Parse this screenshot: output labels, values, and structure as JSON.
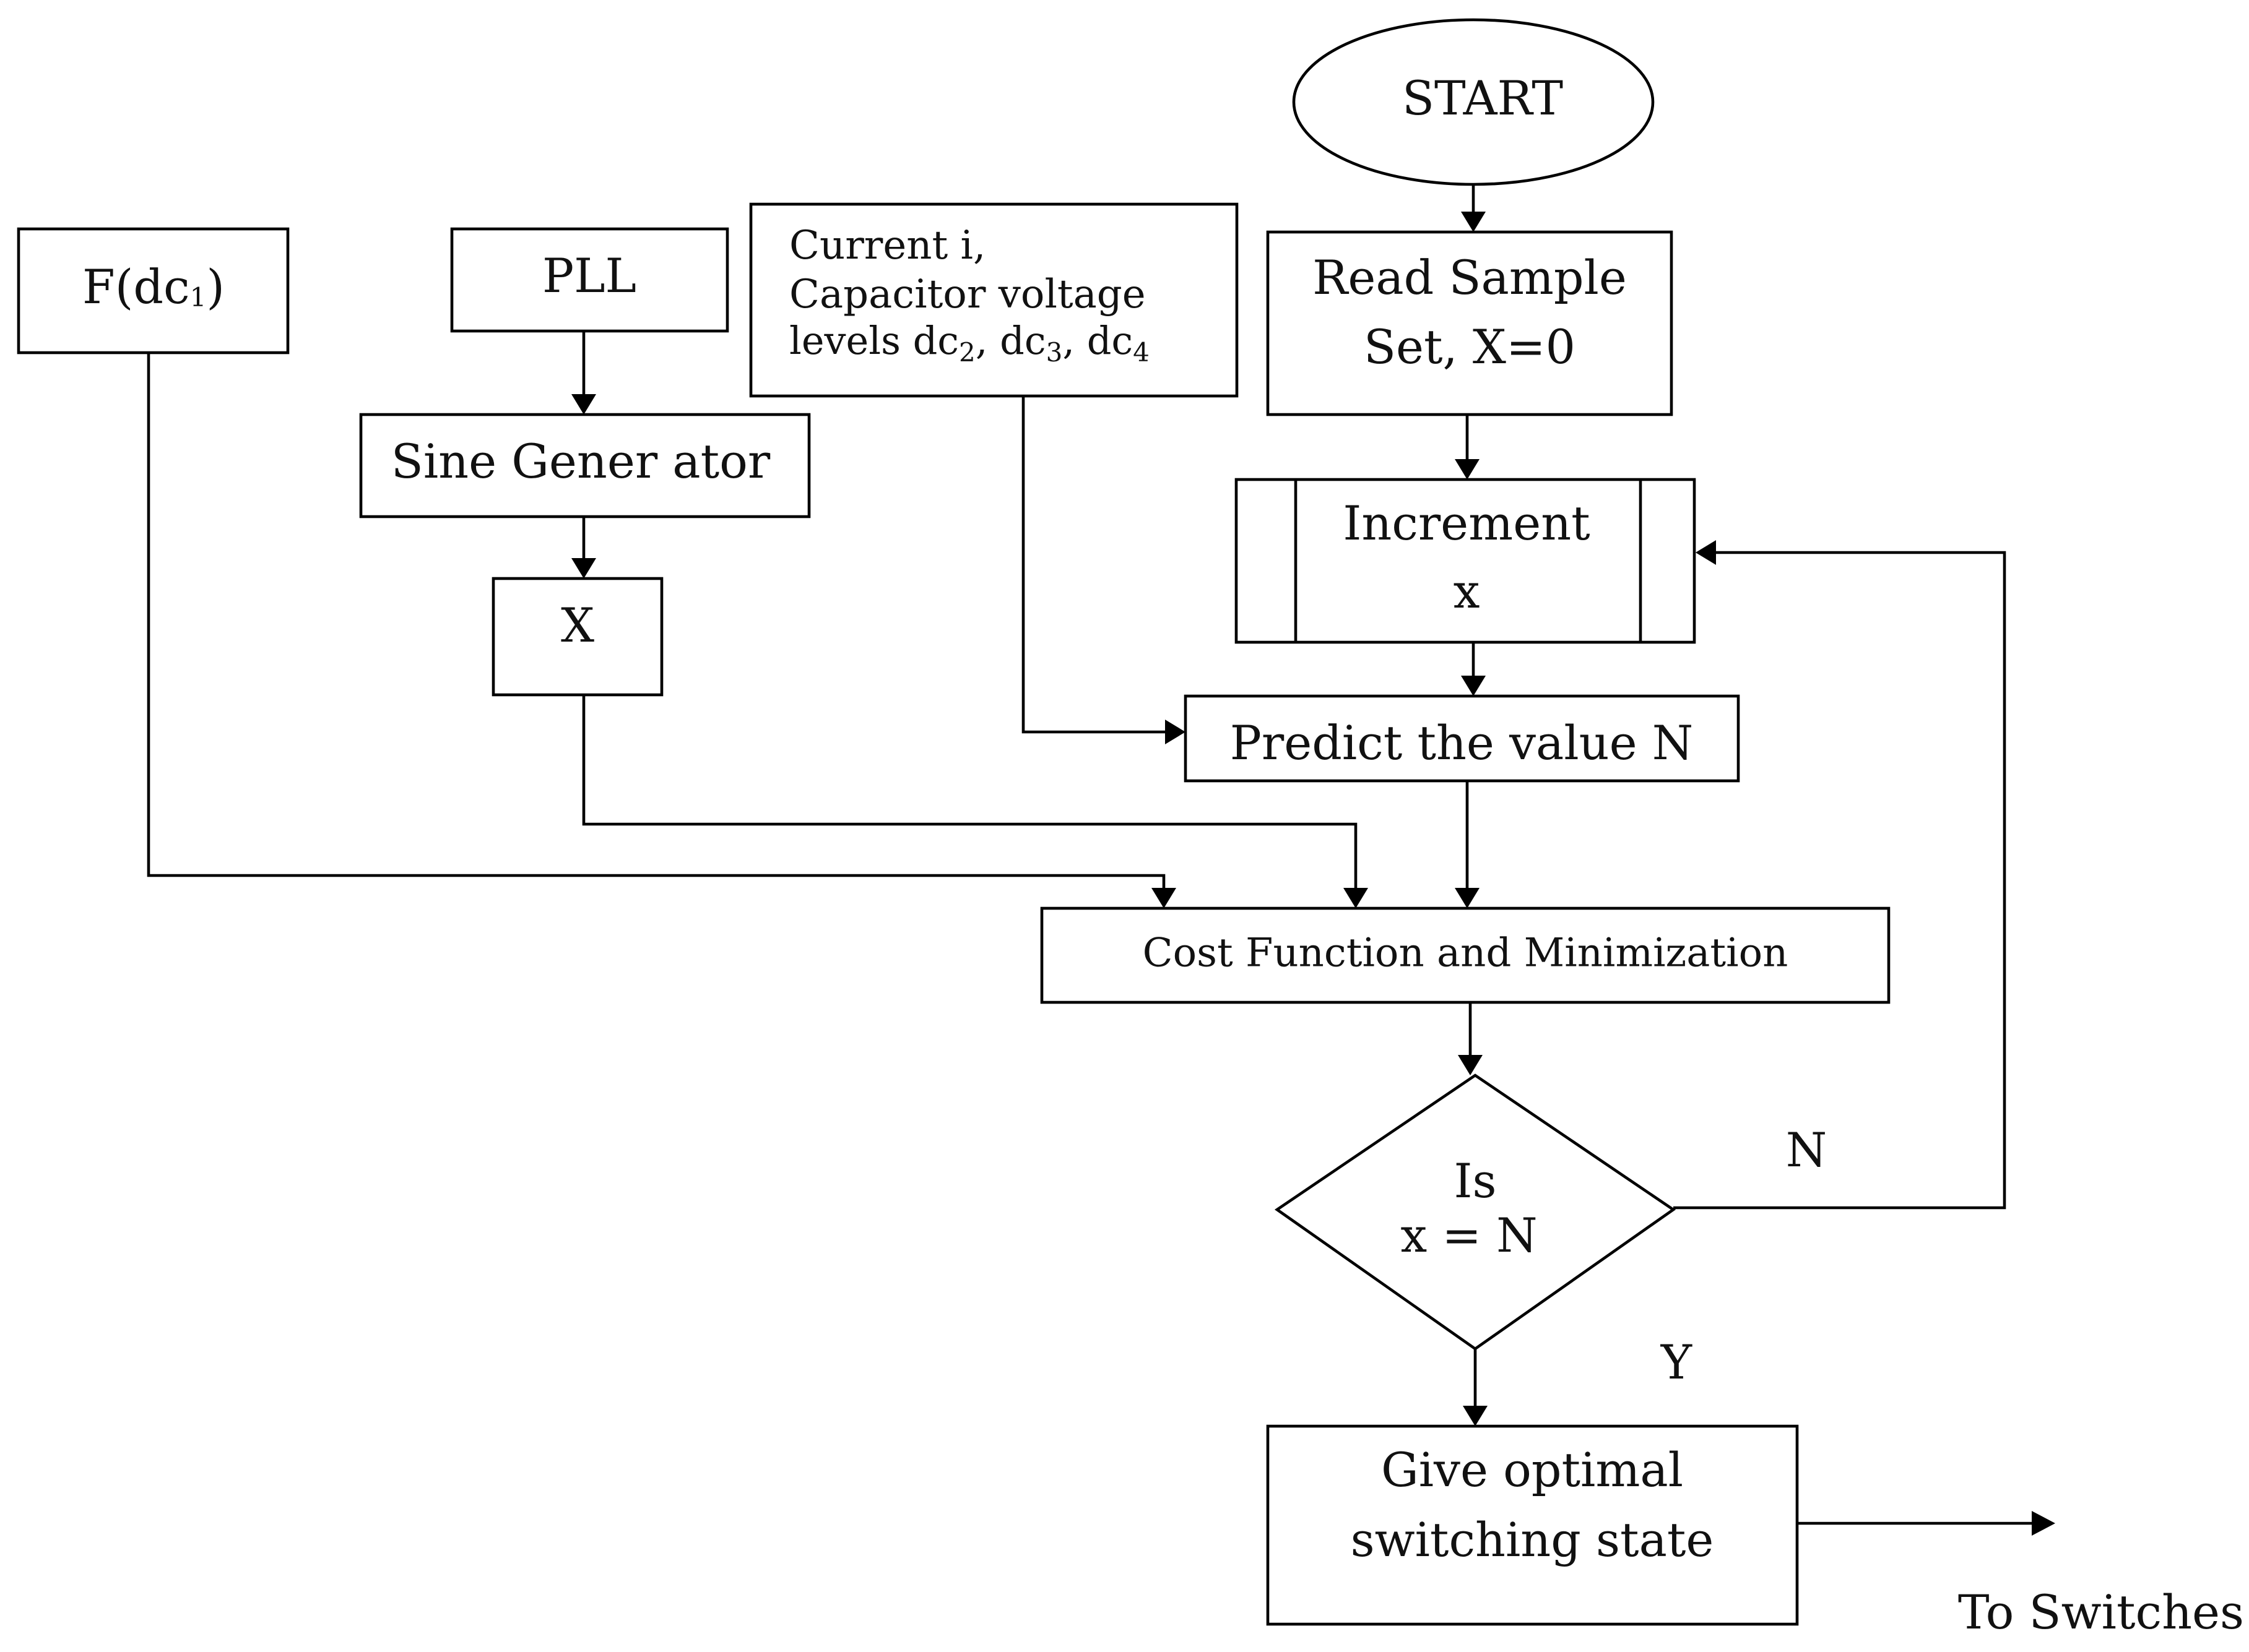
{
  "nodes": {
    "start": "START",
    "f_dc1": {
      "main": "F(dc",
      "sub": "1",
      "close": ")"
    },
    "pll": "PLL",
    "sine_generator": "Sine Gener ator",
    "x_block": "X",
    "inputs": {
      "line1": "Current i,",
      "line2": "Capacitor voltage",
      "line3_prefix": "levels dc",
      "sub2": "2",
      "mid1": ", dc",
      "sub3": "3",
      "mid2": ", dc",
      "sub4": "4"
    },
    "read_sample": {
      "line1": "Read Sample",
      "line2": "Set, X=0"
    },
    "increment": {
      "line1": "Increment",
      "line2": "x"
    },
    "predict": "Predict the value N",
    "cost_function": "Cost Function and Minimization",
    "decision": {
      "line1": "Is",
      "line2": "x = N"
    },
    "output": {
      "line1": "Give optimal",
      "line2": "switching state"
    }
  },
  "edge_labels": {
    "no": "N",
    "yes": "Y",
    "to_switches": "To Switches"
  },
  "colors": {
    "stroke": "#000000",
    "fill": "#ffffff",
    "text": "#111111"
  }
}
